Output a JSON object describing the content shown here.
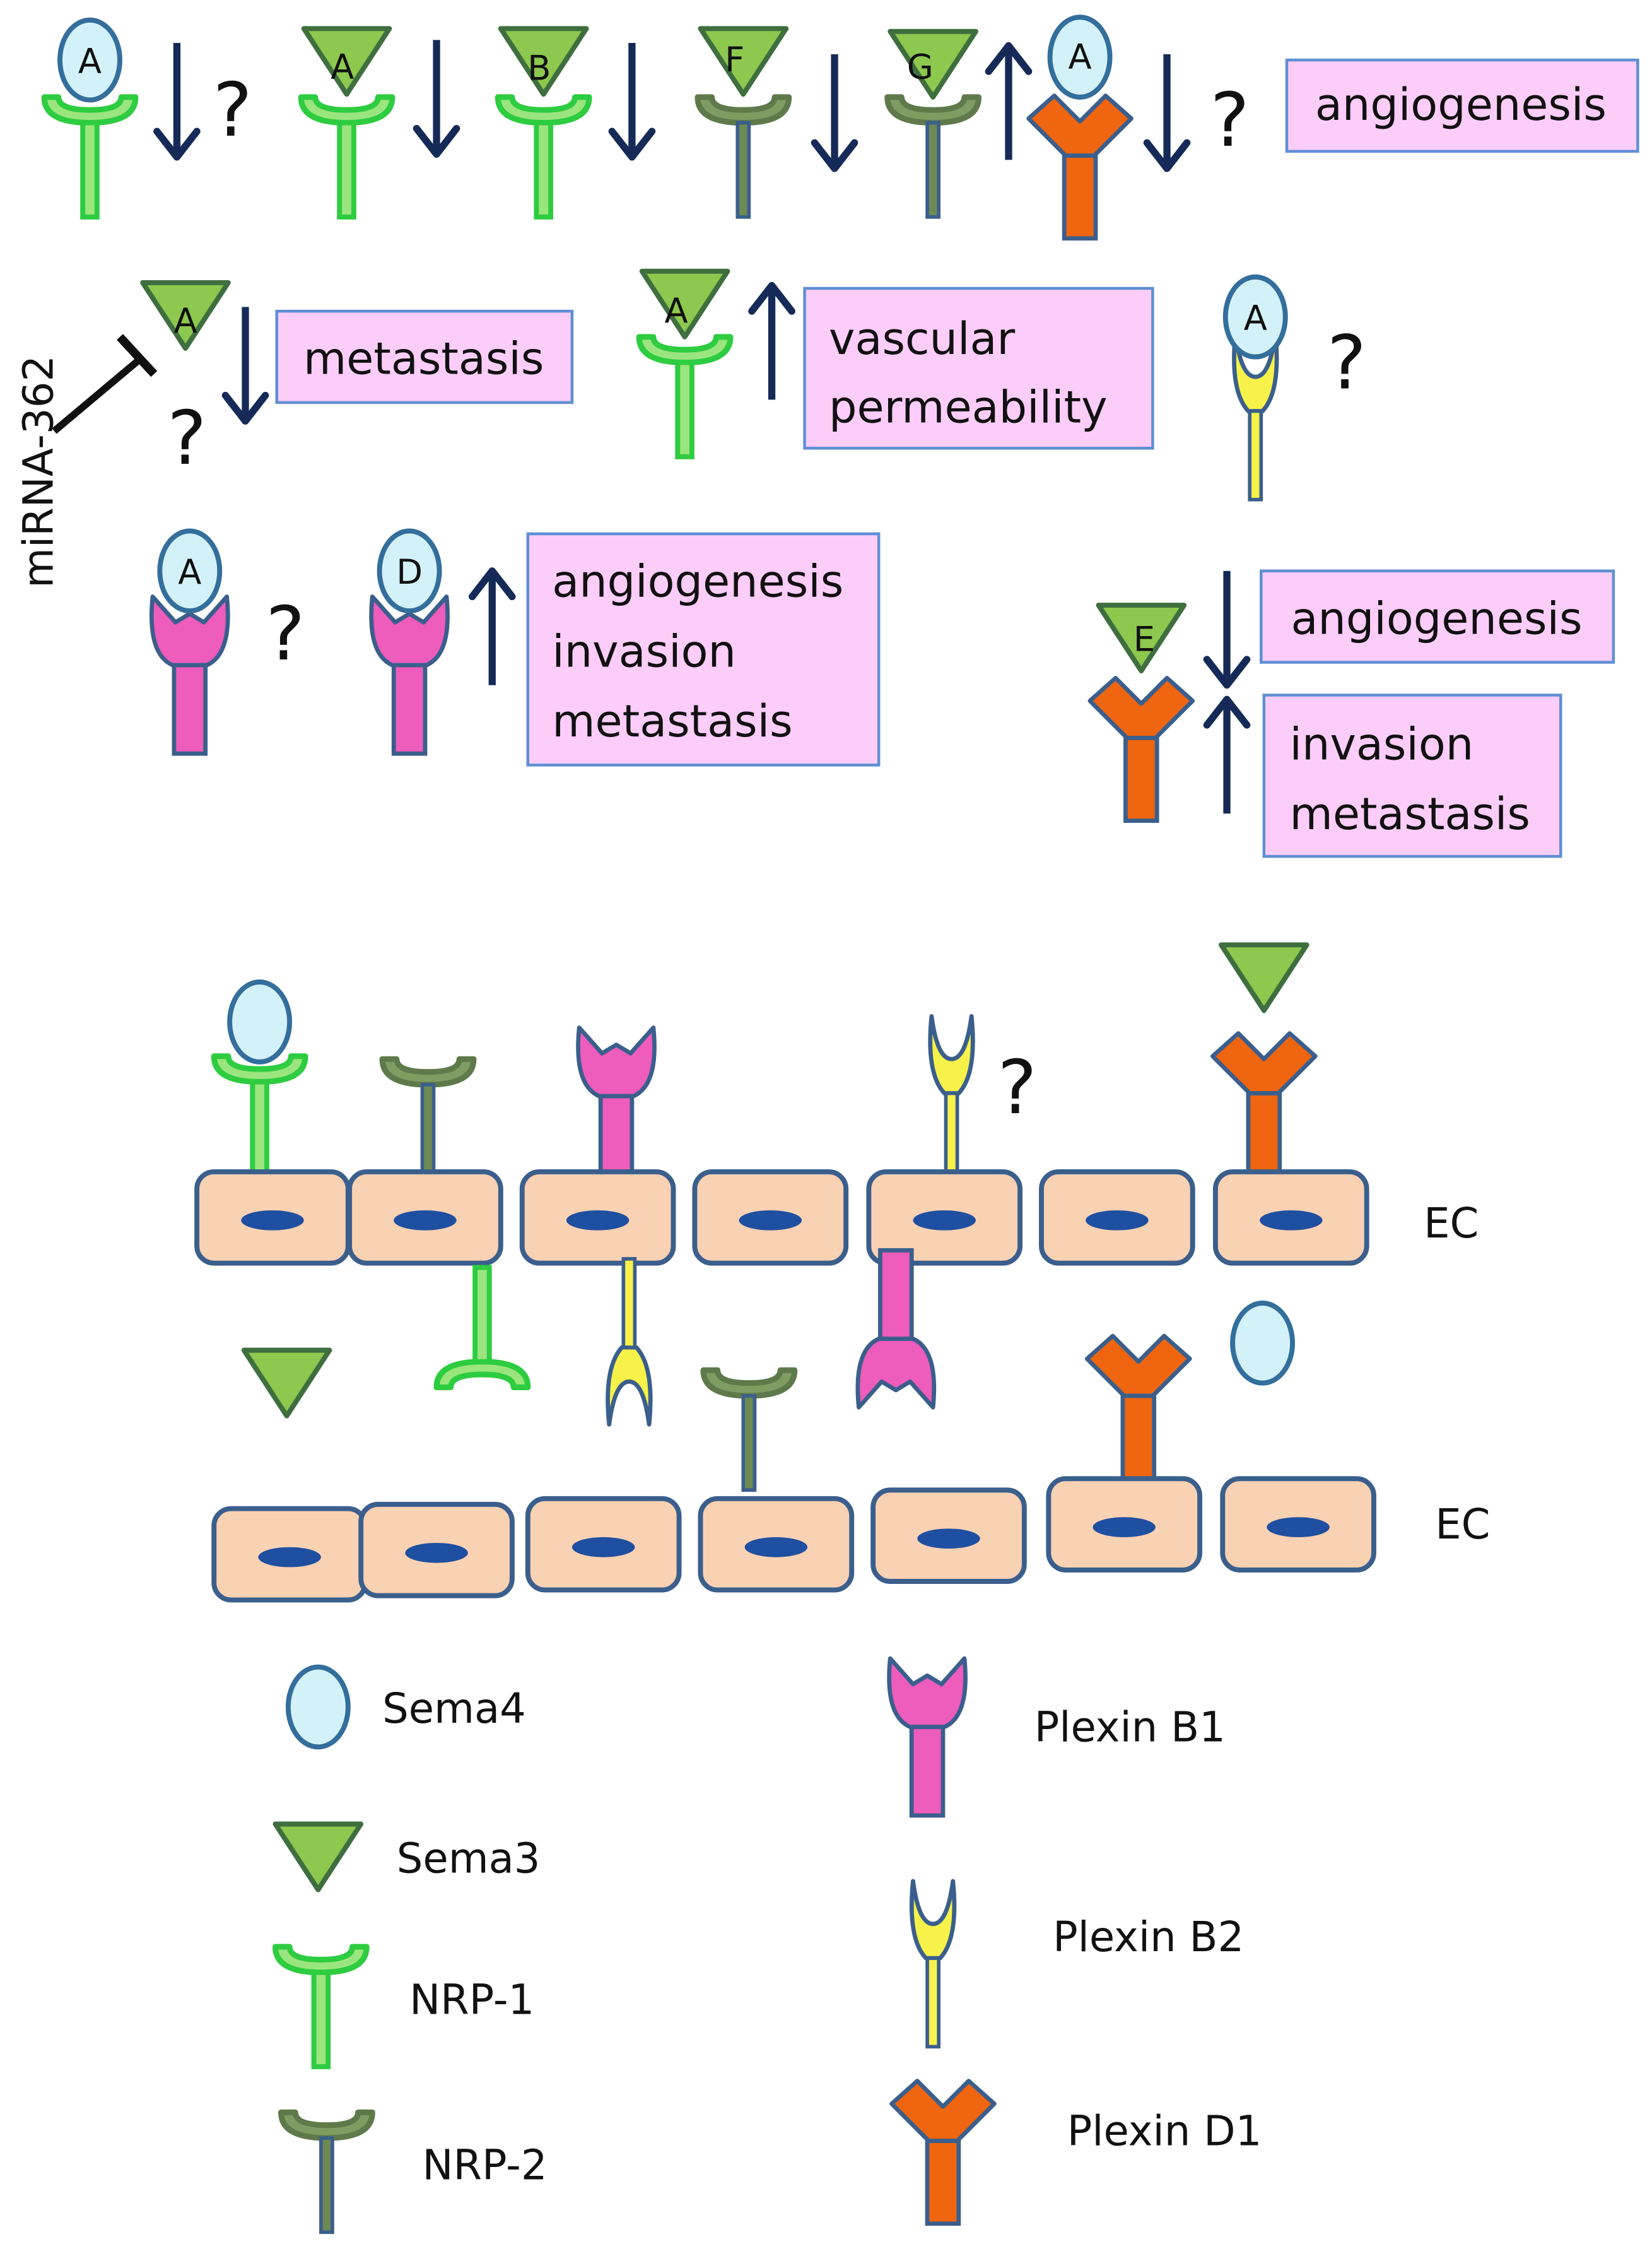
{
  "colors": {
    "nrp1": "#2ecc40",
    "nrp1_fill": "#9be57e",
    "nrp2": "#5f7a4a",
    "sema4_fill": "#d3f1f8",
    "sema4_stroke": "#336e9c",
    "sema3_fill": "#8dc84f",
    "sema3_stroke": "#3f6e3f",
    "plexinB1": "#ee5cbc",
    "plexinB2": "#f7f24a",
    "plexinD1": "#f0650f",
    "outline": "#3b5f8c",
    "arrow": "#152a57",
    "box_fill": "#fccdf8",
    "box_stroke": "#5f8fd4",
    "cell_fill": "#f9d1b3",
    "nucleus": "#1f4fa0"
  },
  "top_row": {
    "ligands": [
      "A",
      "A",
      "B",
      "F",
      "G",
      "A"
    ],
    "q1": "?",
    "q2": "?",
    "effect": "angiogenesis"
  },
  "row2": {
    "mirna": "miRNA-362",
    "lig_meta": "A",
    "q_meta": "?",
    "meta_effect": "metastasis",
    "lig_vasc": "A",
    "vasc_line1": "vascular",
    "vasc_line2": "permeability",
    "lig_b2": "A",
    "q_b2": "?"
  },
  "row3": {
    "lig_b1a": "A",
    "q_b1a": "?",
    "lig_b1d": "D",
    "b1d_effects": [
      "angiogenesis",
      "invasion",
      "metastasis"
    ],
    "lig_d1": "E",
    "d1_effect1": "angiogenesis",
    "d1_effect2_line1": "invasion",
    "d1_effect2_line2": "metastasis"
  },
  "cells": {
    "label_top": "EC",
    "label_bottom": "EC",
    "q_b2": "?"
  },
  "legend": {
    "sema4": "Sema4",
    "sema3": "Sema3",
    "nrp1": "NRP-1",
    "nrp2": "NRP-2",
    "plexinB1": "Plexin B1",
    "plexinB2": "Plexin B2",
    "plexinD1": "Plexin D1"
  }
}
